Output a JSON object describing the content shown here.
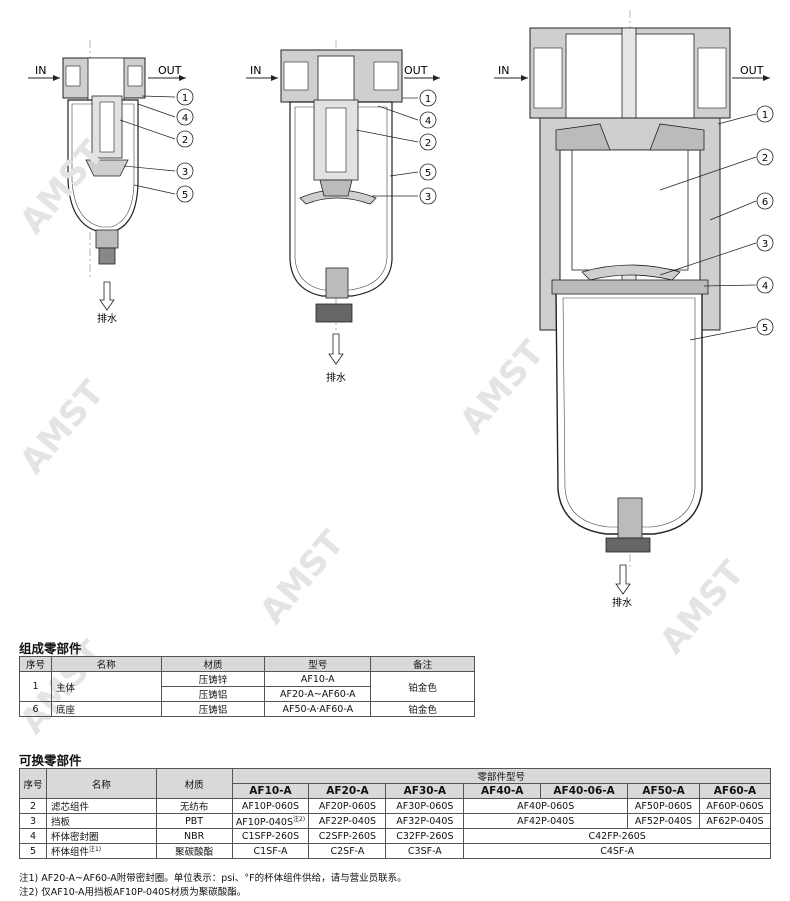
{
  "labels": {
    "in": "IN",
    "out": "OUT",
    "drain": "排水",
    "callouts": [
      "1",
      "2",
      "3",
      "4",
      "5",
      "6"
    ]
  },
  "watermark": "AMST",
  "components": {
    "title": "组成零部件",
    "headers": [
      "序号",
      "名称",
      "材质",
      "型号",
      "备注"
    ],
    "rows": [
      {
        "no": "1",
        "name": "主体",
        "material": "压铸锌",
        "model": "AF10-A",
        "note": "铂金色"
      },
      {
        "no": "",
        "name": "",
        "material": "压铸铝",
        "model": "AF20-A~AF60-A",
        "note": ""
      },
      {
        "no": "6",
        "name": "底座",
        "material": "压铸铝",
        "model": "AF50-A·AF60-A",
        "note": "铂金色"
      }
    ]
  },
  "replacement": {
    "title": "可换零部件",
    "headers": {
      "no": "序号",
      "name": "名称",
      "material": "材质",
      "group": "零部件型号"
    },
    "models": [
      "AF10-A",
      "AF20-A",
      "AF30-A",
      "AF40-A",
      "AF40-06-A",
      "AF50-A",
      "AF60-A"
    ],
    "rows": [
      {
        "no": "2",
        "name": "滤芯组件",
        "material": "无纺布",
        "cells": [
          "AF10P-060S",
          "AF20P-060S",
          "AF30P-060S",
          "AF40P-060S",
          "AF50P-060S",
          "AF60P-060S"
        ]
      },
      {
        "no": "3",
        "name": "挡板",
        "material": "PBT",
        "cells": [
          "AF10P-040S",
          "AF22P-040S",
          "AF32P-040S",
          "AF42P-040S",
          "AF52P-040S",
          "AF62P-040S"
        ],
        "note_mark": "注2)"
      },
      {
        "no": "4",
        "name": "杯体密封圈",
        "material": "NBR",
        "cells": [
          "C1SFP-260S",
          "C2SFP-260S",
          "C32FP-260S",
          "C42FP-260S"
        ]
      },
      {
        "no": "5",
        "name": "杯体组件",
        "material": "聚碳酸酯",
        "cells": [
          "C1SF-A",
          "C2SF-A",
          "C3SF-A",
          "C4SF-A"
        ],
        "name_mark": "注1)"
      }
    ],
    "notes": [
      "注1) AF20-A~AF60-A附带密封圈。单位表示：psi、°F的杯体组件供给，请与营业员联系。",
      "注2) 仅AF10-A用挡板AF10P-040S材质为聚碳酸酯。"
    ]
  }
}
